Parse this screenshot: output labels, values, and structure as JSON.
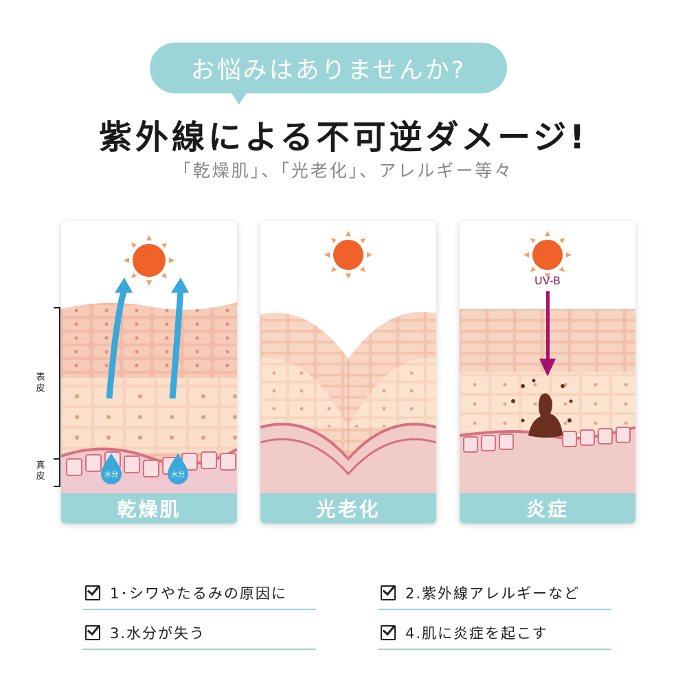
{
  "header": {
    "question": "お悩みはありませんか?",
    "headline": "紫外線による不可逆ダメージ!",
    "subline": "「乾燥肌」、「光老化」、アレルギー等々"
  },
  "diagram": {
    "epidermis_label": "表皮",
    "dermis_label": "真皮",
    "water_label": "水分",
    "uvb_label": "UV-B"
  },
  "cards": [
    {
      "label": "乾燥肌",
      "icon": "sun-icon"
    },
    {
      "label": "光老化",
      "icon": "sun-icon"
    },
    {
      "label": "炎症",
      "icon": "sun-icon"
    }
  ],
  "checklist": [
    {
      "text": "1･シワやたるみの原因に"
    },
    {
      "text": "2.紫外線アレルギーなど"
    },
    {
      "text": "3.水分が失う"
    },
    {
      "text": "4.肌に炎症を起こす"
    }
  ],
  "colors": {
    "accent": "#9cd5d8",
    "sun": "#f0622a",
    "arrow_blue": "#3aa8d8",
    "uvb_arrow": "#a3126f",
    "skin": "#f5c4b0"
  }
}
